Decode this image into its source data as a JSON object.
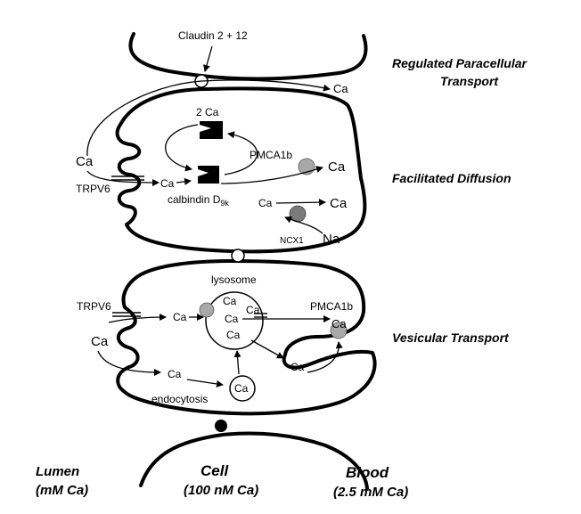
{
  "membrane_proteins": {
    "claudin": "Claudin 2 + 12",
    "trpv6_upper": "TRPV6",
    "trpv6_lower": "TRPV6",
    "pmca_upper": "PMCA1b",
    "pmca_lower": "PMCA1b",
    "ncx": "NCX1"
  },
  "molecules": {
    "ca": "Ca",
    "two_ca": "2 Ca",
    "na": "Na",
    "calbindin": "calbindin D",
    "calbindin_sub": "9k"
  },
  "organelles": {
    "lysosome": "lysosome",
    "endocytosis": "endocytosis"
  },
  "pathways": {
    "paracellular_line1": "Regulated Paracellular",
    "paracellular_line2": "Transport",
    "facilitated": "Facilitated Diffusion",
    "vesicular": "Vesicular Transport"
  },
  "compartments": {
    "lumen": "Lumen",
    "lumen_conc": "(mM Ca)",
    "cell": "Cell",
    "cell_conc": "(100 nM Ca)",
    "blood": "Blood",
    "blood_conc": "(2.5 mM Ca)"
  },
  "colors": {
    "pump_gray": "#a8a8a8",
    "exchanger_gray": "#7a7a7a",
    "membrane": "#000000"
  }
}
